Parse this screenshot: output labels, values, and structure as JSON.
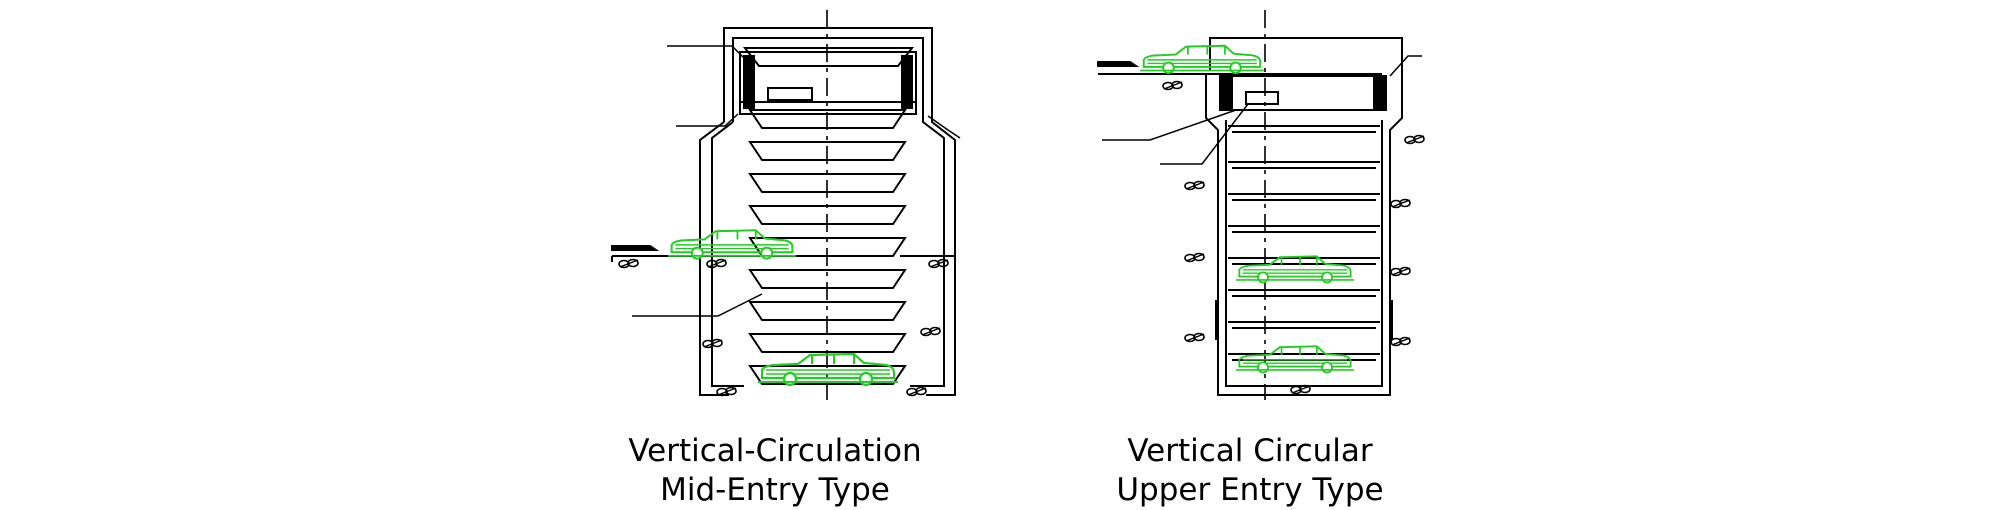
{
  "captions": {
    "left": [
      "Vertical-Circulation",
      "Mid-Entry Type"
    ],
    "right": [
      "Vertical Circular",
      "Upper Entry Type"
    ]
  },
  "colors": {
    "line": "#000000",
    "car": "#22cc22",
    "background": "#ffffff"
  },
  "icons": {
    "car": "car-icon",
    "ground": "gravel-hatch-icon",
    "lift": "lift-mechanism-icon"
  }
}
